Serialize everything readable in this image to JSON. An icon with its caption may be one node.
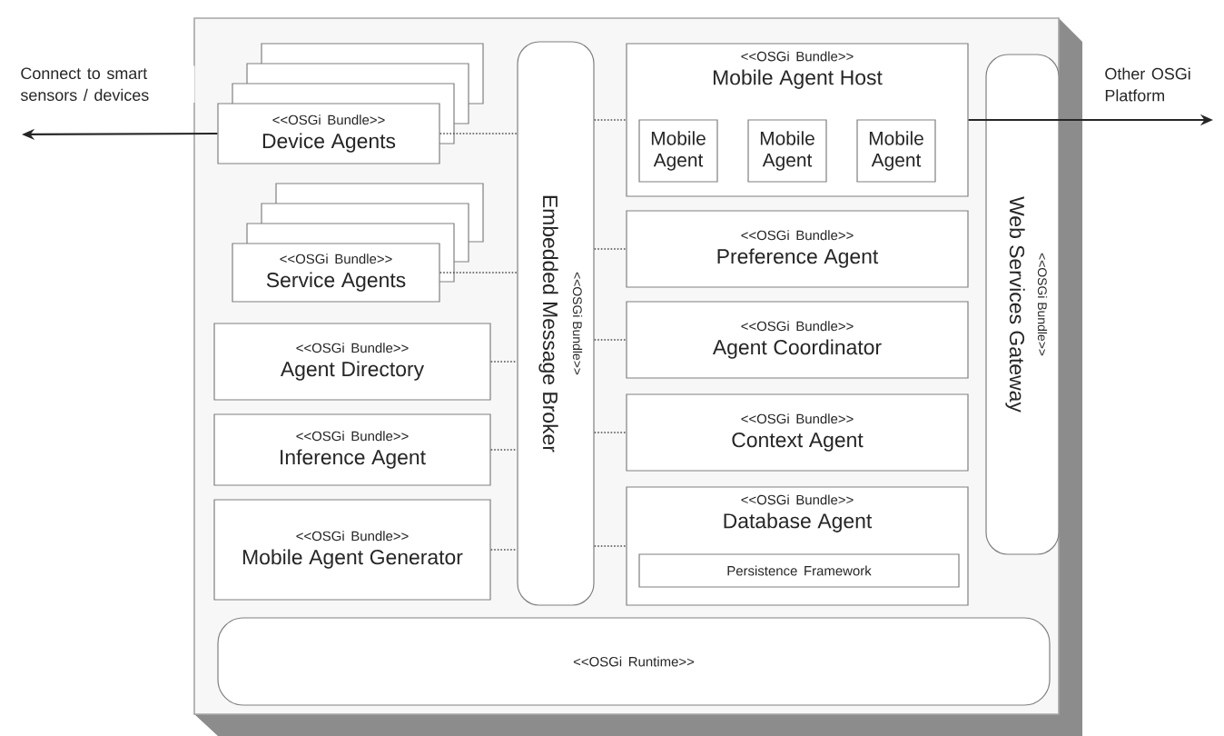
{
  "diagram": {
    "nodes": [
      {
        "text": [],
        "shape": "box"
      },
      {
        "text": [
          "<<OSGi Bundle>>",
          "Device Agents"
        ],
        "in": 0
      },
      {
        "text": [
          "<<OSGi Bundle>>",
          "Service Agents"
        ],
        "in": 0
      },
      {
        "text": [
          "<<OSGi Bundle>>",
          "Agent Directory"
        ],
        "in": 0
      },
      {
        "text": [
          "<<OSGi Bundle>>",
          "Inference Agent"
        ],
        "in": 0
      },
      {
        "text": [
          "<<OSGi Bundle>>",
          "Mobile Agent Generator"
        ],
        "in": 0
      },
      {
        "text": [
          "<<OSGi Bundle>>",
          "Embedded Message Broker"
        ],
        "in": 0
      },
      {
        "text": [
          "<<OSGi Bundle>>",
          "Mobile Agent Host"
        ],
        "in": 0
      },
      {
        "text": [
          "Mobile Agent"
        ],
        "in": 7
      },
      {
        "text": [
          "Mobile Agent"
        ],
        "in": 7
      },
      {
        "text": [
          "Mobile Agent"
        ],
        "in": 7
      },
      {
        "text": [
          "<<OSGi Bundle>>",
          "Preference Agent"
        ],
        "in": 0
      },
      {
        "text": [
          "<<OSGi Bundle>>",
          "Agent Coordinator"
        ],
        "in": 0
      },
      {
        "text": [
          "<<OSGi Bundle>>",
          "Context Agent"
        ],
        "in": 0
      },
      {
        "text": [
          "<<OSGi Bundle>>",
          "Database Agent"
        ],
        "in": 0
      },
      {
        "text": [
          "Persistence Framework"
        ],
        "in": 14
      },
      {
        "text": [
          "<<OSGi Bundle>>",
          "Web Services Gateway"
        ],
        "in": 0
      },
      {
        "text": [
          "<<OSGi Runtime>>"
        ],
        "in": 0
      }
    ],
    "edges": [
      {
        "from": 1,
        "to": 6,
        "arrow": "none",
        "style": "dashed"
      },
      {
        "from": 2,
        "to": 6,
        "arrow": "none",
        "style": "dashed"
      },
      {
        "from": 3,
        "to": 6,
        "arrow": "none",
        "style": "dashed"
      },
      {
        "from": 4,
        "to": 6,
        "arrow": "none",
        "style": "dashed"
      },
      {
        "from": 5,
        "to": 6,
        "arrow": "none",
        "style": "dashed"
      },
      {
        "from": 6,
        "to": 7,
        "arrow": "none",
        "style": "dashed"
      },
      {
        "from": 6,
        "to": 11,
        "arrow": "none",
        "style": "dashed"
      },
      {
        "from": 6,
        "to": 12,
        "arrow": "none",
        "style": "dashed"
      },
      {
        "from": 6,
        "to": 13,
        "arrow": "none",
        "style": "dashed"
      },
      {
        "from": 6,
        "to": 14,
        "arrow": "none",
        "style": "dashed"
      },
      {
        "from": 1,
        "to": null,
        "arrow": "to",
        "label": "Connect to smart sensors / devices"
      },
      {
        "from": 7,
        "to": null,
        "arrow": "to",
        "label": "Other OSGi Platform"
      }
    ]
  }
}
